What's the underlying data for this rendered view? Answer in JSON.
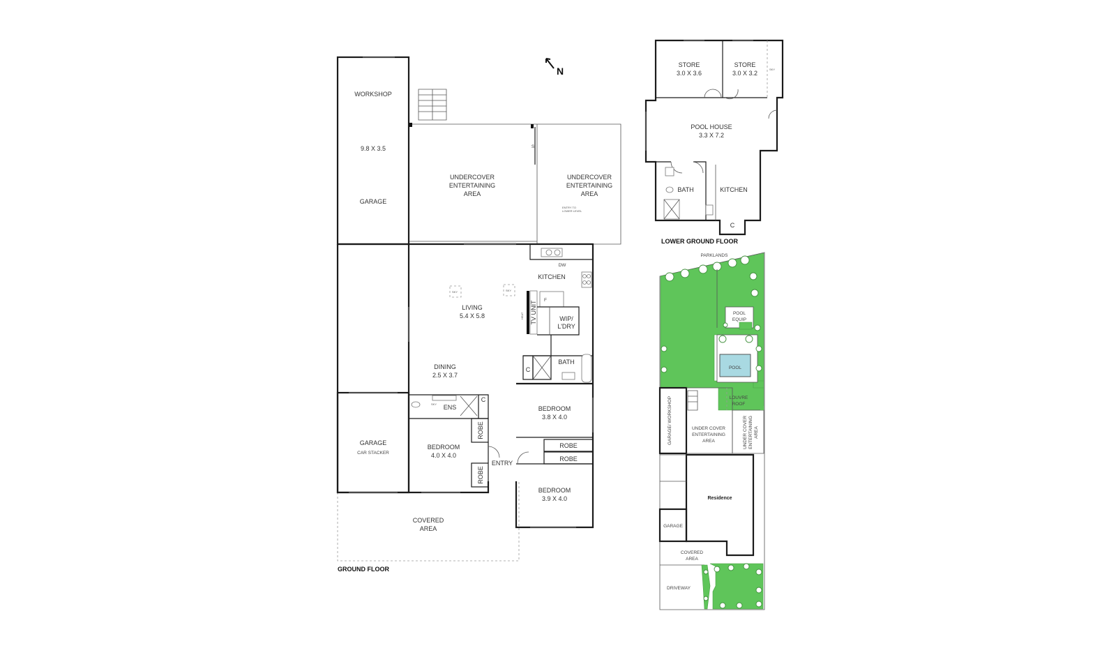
{
  "compass": {
    "label": "N"
  },
  "ground_floor": {
    "title": "GROUND FLOOR",
    "rooms": {
      "workshop": "WORKSHOP",
      "workshop_dims": "9.8 X 3.5",
      "garage_back": "GARAGE",
      "undercover1_l1": "UNDERCOVER",
      "undercover1_l2": "ENTERTAINING",
      "undercover1_l3": "AREA",
      "undercover2_l1": "UNDERCOVER",
      "undercover2_l2": "ENTERTAINING",
      "undercover2_l3": "AREA",
      "stairs_note_l1": "ENTRY TO",
      "stairs_note_l2": "LOWER LEVEL",
      "s_mark": "S",
      "kitchen": "KITCHEN",
      "dw": "DW",
      "fridge": "F",
      "living": "LIVING",
      "living_dims": "5.4 X 5.8",
      "sky1": "SKY",
      "sky2": "SKY",
      "sky3": "SKY",
      "tv_unit": "TV UNIT",
      "heat": "HEAT",
      "wip_l1": "WIP/",
      "wip_l2": "L'DRY",
      "dining": "DINING",
      "dining_dims": "2.5 X 3.7",
      "bath": "BATH",
      "cupboard1": "C",
      "cupboard2": "C",
      "ens": "ENS",
      "robe1": "ROBE",
      "robe2": "ROBE",
      "robe3": "ROBE",
      "robe4": "ROBE",
      "bedroom1": "BEDROOM",
      "bedroom1_dims": "3.8 X 4.0",
      "bedroom2": "BEDROOM",
      "bedroom2_dims": "4.0 X 4.0",
      "bedroom3": "BEDROOM",
      "bedroom3_dims": "3.9 X 4.0",
      "entry": "ENTRY",
      "garage_front": "GARAGE",
      "car_stacker": "CAR STACKER",
      "covered_l1": "COVERED",
      "covered_l2": "AREA"
    }
  },
  "lower_ground_floor": {
    "title": "LOWER GROUND FLOOR",
    "rooms": {
      "store1": "STORE",
      "store1_dims": "3.0 X 3.6",
      "store2": "STORE",
      "store2_dims": "3.0 X 3.2",
      "sky": "SKY",
      "pool_house": "POOL HOUSE",
      "pool_house_dims": "3.3 X 7.2",
      "bath": "BATH",
      "kitchen": "KITCHEN",
      "cupboard": "C"
    }
  },
  "site_plan": {
    "parklands": "PARKLANDS",
    "pool_equip_l1": "POOL",
    "pool_equip_l2": "EQUIP",
    "pool": "POOL",
    "louvre_l1": "LOUVRE",
    "louvre_l2": "ROOF",
    "garage_workshop": "GARAGE/ WORKSHOP",
    "under_cover_l1": "UNDER COVER",
    "under_cover_l2": "ENTERTAINING",
    "under_cover_l3": "AREA",
    "under_cover_v1": "UNDER COVER",
    "under_cover_v2": "ENTERTAINING",
    "under_cover_v3": "AREA",
    "residence": "Residence",
    "garage": "GARAGE",
    "covered_l1": "COVERED",
    "covered_l2": "AREA",
    "driveway": "DRIVEWAY"
  },
  "colors": {
    "grass": "#5fc55a",
    "pool": "#a9d9e2",
    "wall": "#1a1a1a"
  }
}
